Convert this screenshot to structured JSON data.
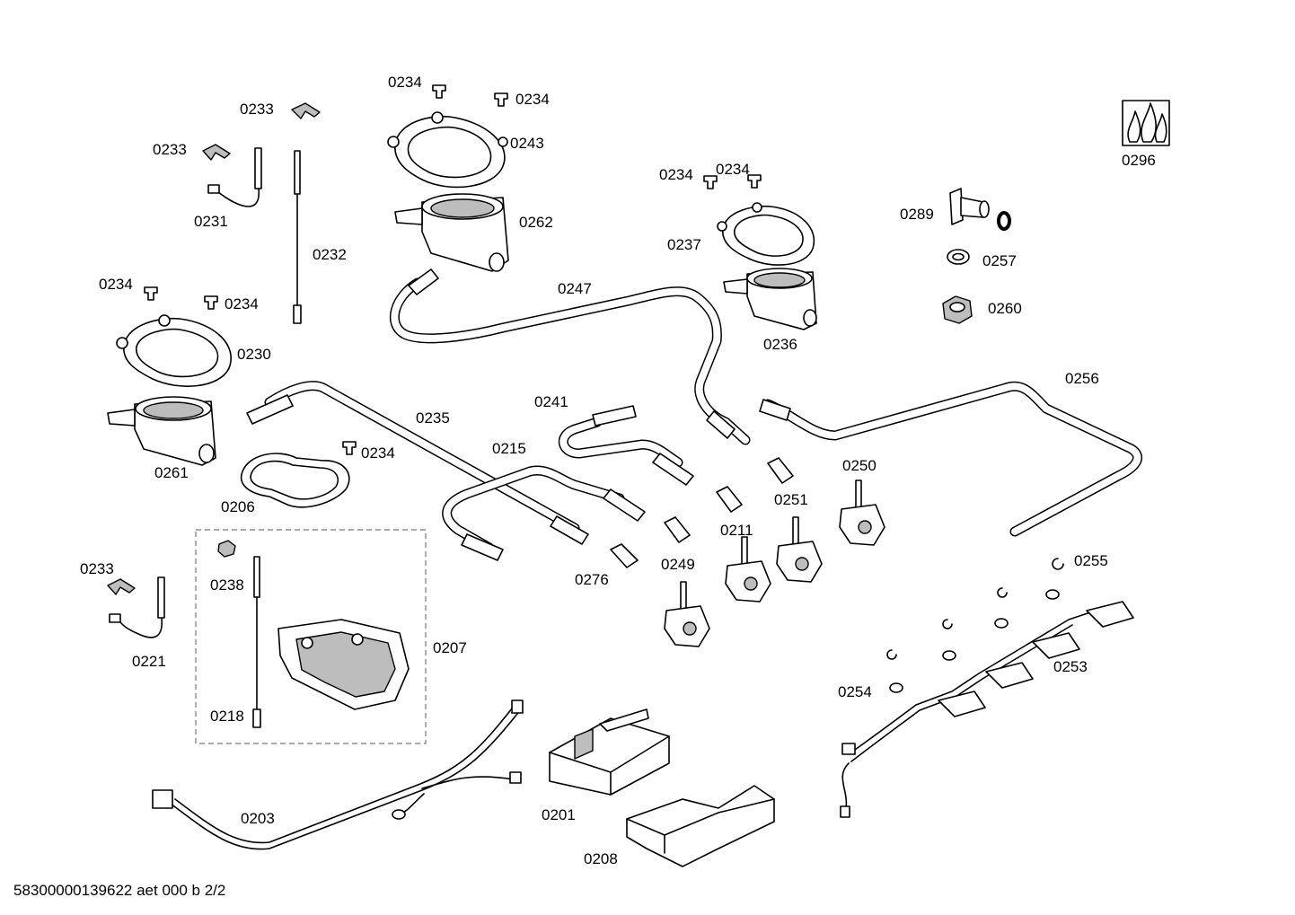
{
  "footer_code": "58300000139622 aet 000 b 2/2",
  "labels": {
    "p0201": "0201",
    "p0203": "0203",
    "p0206": "0206",
    "p0207": "0207",
    "p0208": "0208",
    "p0211": "0211",
    "p0215": "0215",
    "p0218": "0218",
    "p0221": "0221",
    "p0230": "0230",
    "p0231": "0231",
    "p0232": "0232",
    "p0233a": "0233",
    "p0233b": "0233",
    "p0233c": "0233",
    "p0234a": "0234",
    "p0234b": "0234",
    "p0234c": "0234",
    "p0234d": "0234",
    "p0234e": "0234",
    "p0234f": "0234",
    "p0234g": "0234",
    "p0235": "0235",
    "p0236": "0236",
    "p0237": "0237",
    "p0238": "0238",
    "p0241": "0241",
    "p0243": "0243",
    "p0247": "0247",
    "p0249": "0249",
    "p0250": "0250",
    "p0251": "0251",
    "p0253": "0253",
    "p0254": "0254",
    "p0255": "0255",
    "p0256": "0256",
    "p0257": "0257",
    "p0260": "0260",
    "p0261": "0261",
    "p0262": "0262",
    "p0276": "0276",
    "p0289": "0289",
    "p0296": "0296"
  },
  "icons": {
    "gas_logo": "gas-flame-icon"
  }
}
